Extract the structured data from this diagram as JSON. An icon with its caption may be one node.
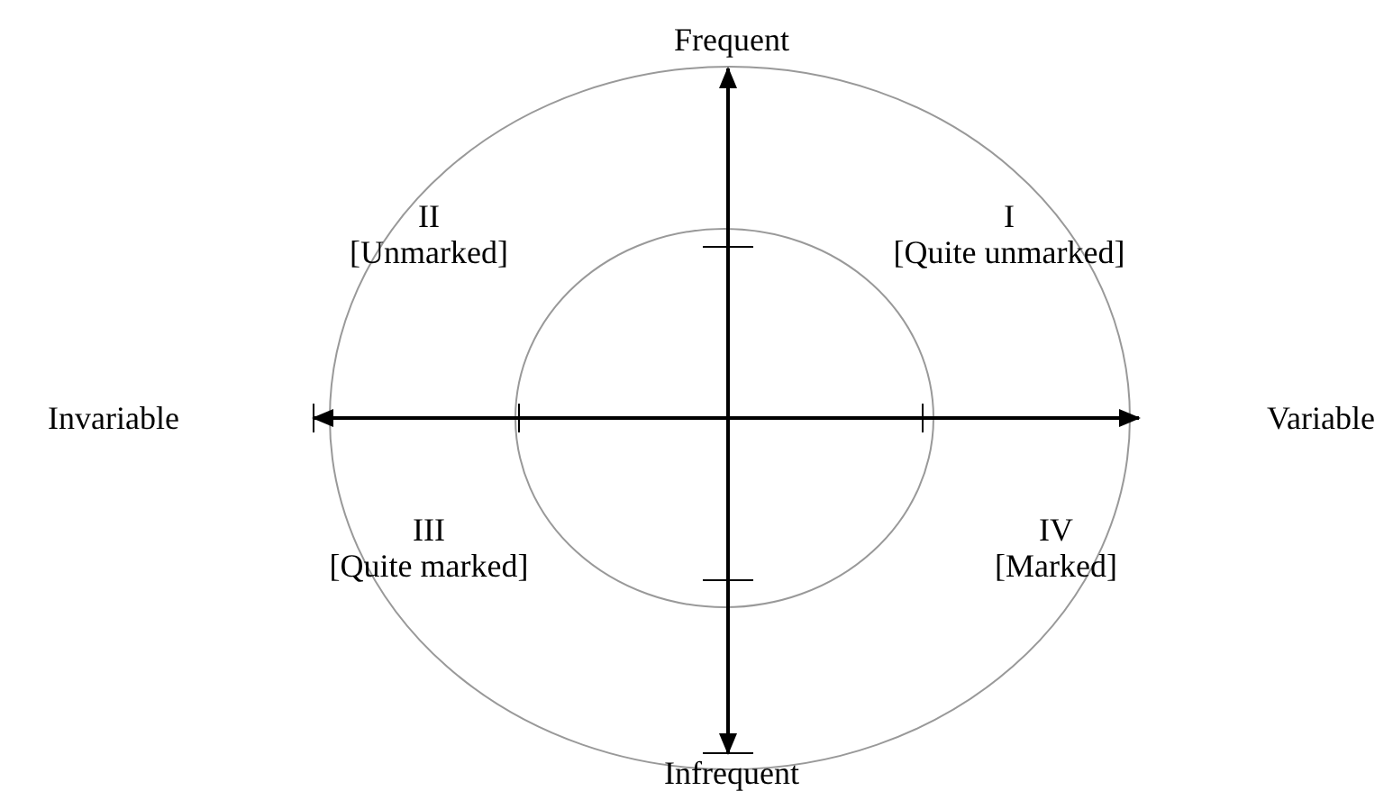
{
  "diagram": {
    "labels": [
      "Frequent",
      "II",
      "[Unmarked]",
      "I",
      "[Quite unmarked]",
      "Invariable",
      "Variable",
      "III",
      "[Quite marked]",
      "IV",
      "[Marked]",
      "Infrequent"
    ]
  }
}
